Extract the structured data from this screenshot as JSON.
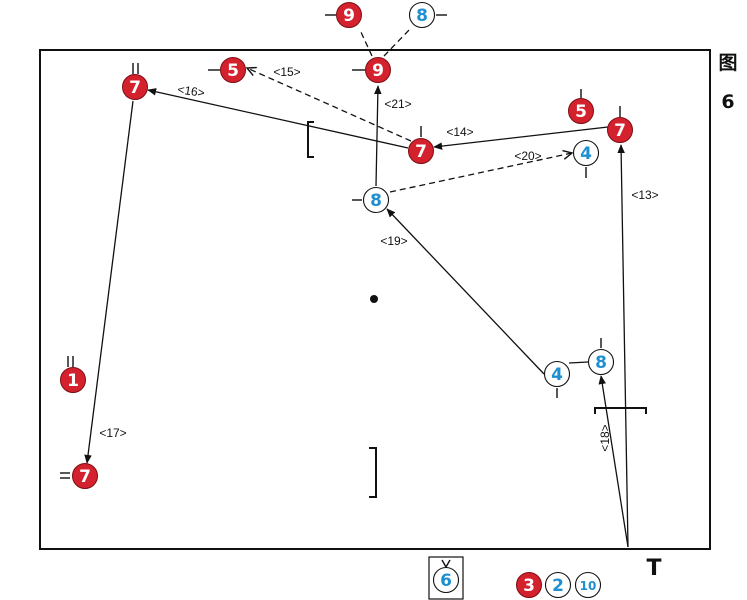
{
  "title": "图 6",
  "figure_caption": {
    "char": "图",
    "number": "6"
  },
  "colors": {
    "red_ball": "#d3212d",
    "blue_ring": "#1e8fd0",
    "line": "#111111",
    "background": "#ffffff"
  },
  "balls": [
    {
      "id": "red-7-top-left",
      "label": "7",
      "color": "red"
    },
    {
      "id": "red-5-top-left",
      "label": "5",
      "color": "red"
    },
    {
      "id": "red-9-center",
      "label": "9",
      "color": "red"
    },
    {
      "id": "red-9-outside",
      "label": "9",
      "color": "red"
    },
    {
      "id": "blue-8-outside",
      "label": "8",
      "color": "blue"
    },
    {
      "id": "red-7-center",
      "label": "7",
      "color": "red"
    },
    {
      "id": "red-5-right",
      "label": "5",
      "color": "red"
    },
    {
      "id": "red-7-right",
      "label": "7",
      "color": "red"
    },
    {
      "id": "blue-4-top",
      "label": "4",
      "color": "blue"
    },
    {
      "id": "blue-8-center",
      "label": "8",
      "color": "blue"
    },
    {
      "id": "blue-4-lower",
      "label": "4",
      "color": "blue"
    },
    {
      "id": "blue-8-right",
      "label": "8",
      "color": "blue"
    },
    {
      "id": "red-1-left",
      "label": "1",
      "color": "red"
    },
    {
      "id": "red-7-bottom-left",
      "label": "7",
      "color": "red"
    },
    {
      "id": "blue-6-box",
      "label": "6",
      "color": "blue"
    },
    {
      "id": "red-3-bottom",
      "label": "3",
      "color": "red"
    },
    {
      "id": "blue-2-bottom",
      "label": "2",
      "color": "blue"
    },
    {
      "id": "blue-10-bottom",
      "label": "10",
      "color": "blue"
    }
  ],
  "route_labels": [
    {
      "id": "route-13",
      "text": "<13>"
    },
    {
      "id": "route-14",
      "text": "<14>"
    },
    {
      "id": "route-15",
      "text": "<15>"
    },
    {
      "id": "route-16",
      "text": "<16>"
    },
    {
      "id": "route-17",
      "text": "<17>"
    },
    {
      "id": "route-18",
      "text": "<18>"
    },
    {
      "id": "route-19",
      "text": "<19>"
    },
    {
      "id": "route-20",
      "text": "<20>"
    },
    {
      "id": "route-21",
      "text": "<21>"
    }
  ],
  "marker": {
    "label": "T"
  }
}
